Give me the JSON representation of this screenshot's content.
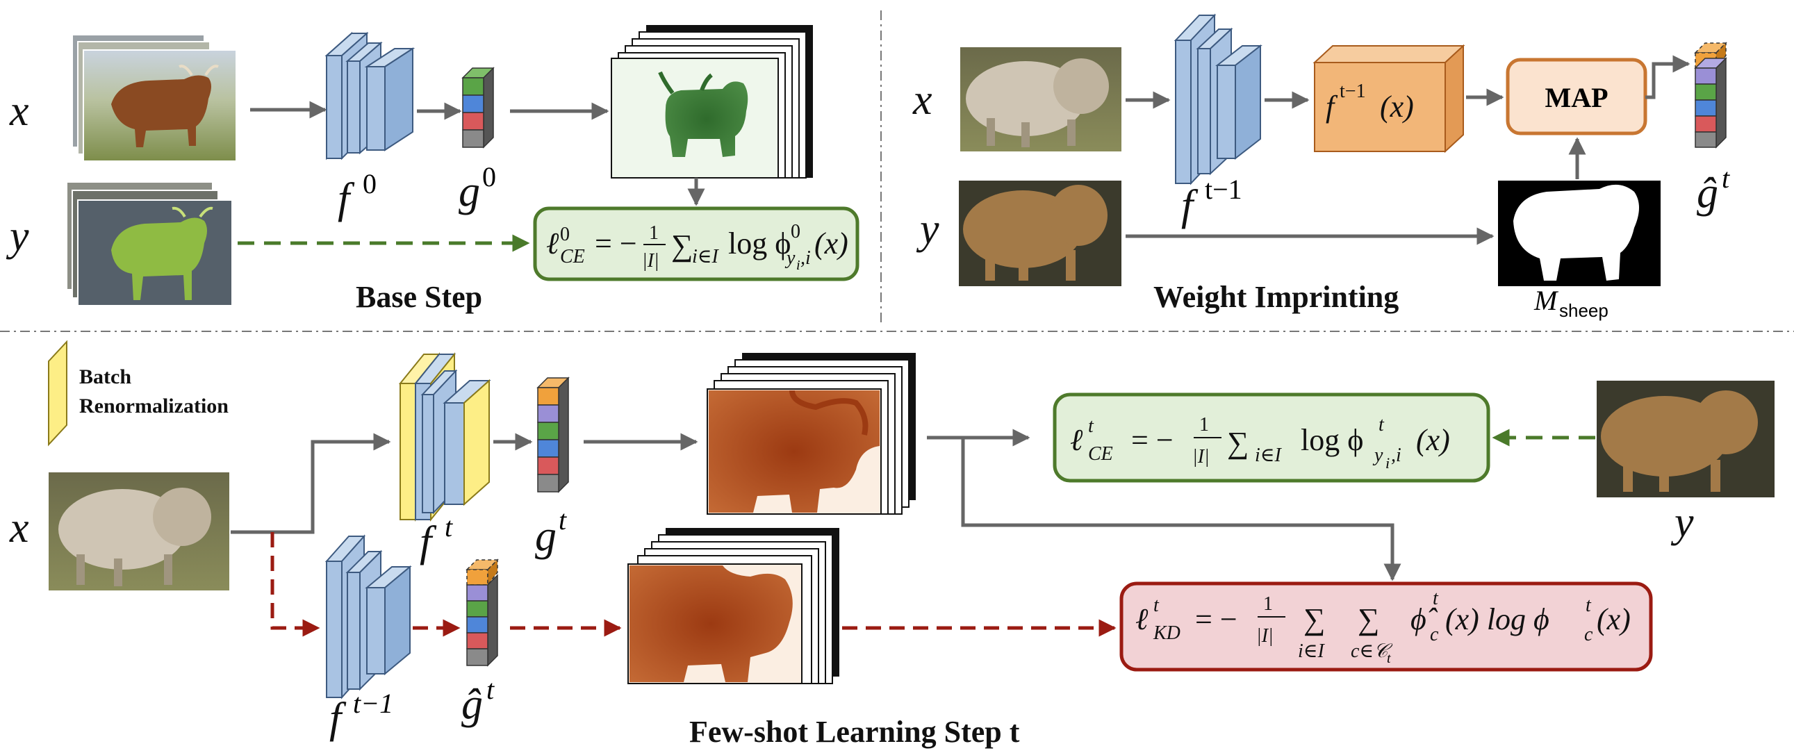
{
  "colors": {
    "arrow_gray": "#666666",
    "arrow_green": "#4a7a2a",
    "arrow_red": "#9b1b12",
    "encoder_blue": "#a9c3e3",
    "encoder_edge": "#3d5a80",
    "bn_yellow": "#fdee86",
    "orange_box": "#f2b678",
    "map_fill": "#fbe3cf",
    "map_edge": "#c87631",
    "green_box_fill": "#e2efd9",
    "green_box_edge": "#4e7a2b",
    "red_box_fill": "#f2d2d5",
    "red_box_edge": "#9b1b12",
    "stack_orange": "#f0a13c",
    "stack_purple": "#9a8fd6",
    "stack_green": "#5aa447",
    "stack_blue": "#4f86d9",
    "stack_red": "#d9595b",
    "stack_gray": "#8a8a8a"
  },
  "base_step": {
    "title": "Base Step",
    "x_label": "x",
    "y_label": "y",
    "encoder_label": "f",
    "encoder_sup": "0",
    "classifier_label": "g",
    "classifier_sup": "0",
    "loss": {
      "lhs": "ℓ",
      "lhs_sup": "0",
      "lhs_sub": "CE",
      "eq": "= −",
      "frac_num": "1",
      "frac_den": "|I|",
      "sum": "∑",
      "sum_sub": "i∈I",
      "log": "log ϕ",
      "phi_sup": "0",
      "phi_sub": "y",
      "phi_sub2": "i",
      "phi_sub3": ",i",
      "arg": "(x)"
    }
  },
  "weight_imprinting": {
    "title": "Weight Imprinting",
    "x_label": "x",
    "y_label": "y",
    "encoder_label": "f",
    "encoder_sup": "t−1",
    "feature_label": "f",
    "feature_sup": "t−1",
    "feature_arg": "(x)",
    "map_label": "MAP",
    "mask_label": "M",
    "mask_sub": "sheep",
    "classifier_label": "ĝ",
    "classifier_sup": "t"
  },
  "fewshot_step": {
    "title": "Few-shot Learning Step t",
    "legend_line1": "Batch",
    "legend_line2": "Renormalization",
    "x_label": "x",
    "y_label": "y",
    "encoder_label": "f",
    "encoder_sup": "t",
    "old_encoder_label": "f",
    "old_encoder_sup": "t−1",
    "classifier_label": "g",
    "classifier_sup": "t",
    "old_classifier_label": "ĝ",
    "old_classifier_sup": "t",
    "ce_loss": {
      "lhs": "ℓ",
      "lhs_sup": "t",
      "lhs_sub": "CE",
      "eq": "= −",
      "frac_num": "1",
      "frac_den": "|I|",
      "sum": "∑",
      "sum_sub": "i∈I",
      "log": "log ϕ",
      "phi_sup": "t",
      "phi_sub": "y",
      "phi_sub2": "i",
      "phi_sub3": ",i",
      "arg": "(x)"
    },
    "kd_loss": {
      "lhs": "ℓ",
      "lhs_sup": "t",
      "lhs_sub": "KD",
      "eq": "= −",
      "frac_num": "1",
      "frac_den": "|I|",
      "sum1": "∑",
      "sum1_sub": "i∈I",
      "sum2": "∑",
      "sum2_sub": "c∈𝒞",
      "sum2_sub2": "t",
      "phi_hat": "ϕ̂",
      "phi_hat_sup": "t",
      "phi_hat_sub": "c",
      "mid": "(x) log ϕ",
      "phi_sup": "t",
      "phi_sub": "c",
      "arg": "(x)"
    }
  }
}
